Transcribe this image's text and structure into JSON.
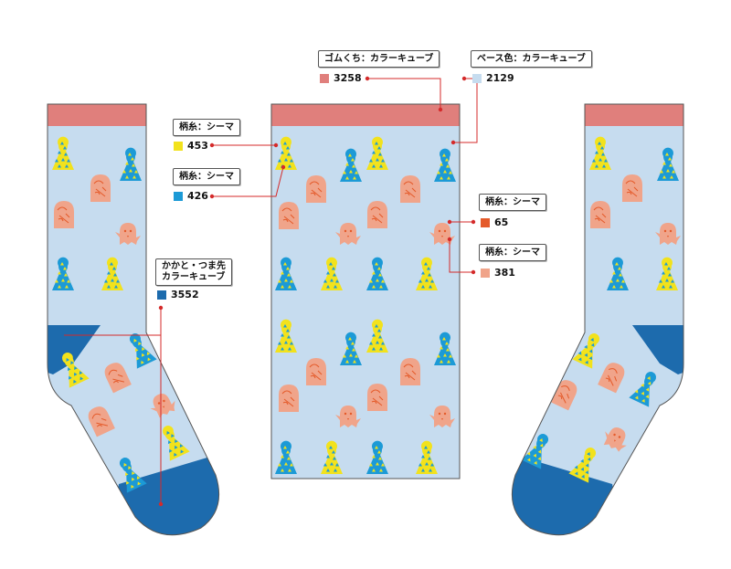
{
  "colors": {
    "base": "#c6dcef",
    "cuff": "#e07f7c",
    "heel_toe": "#1d6bad",
    "yellow": "#f2e21c",
    "blue": "#1c9ad6",
    "peach": "#f0a48a",
    "red": "#e45a2a",
    "outline": "#555555",
    "leader": "#d42a2a"
  },
  "callouts": {
    "cuff": {
      "label": "ゴムくち：カラーキューブ",
      "code": "3258",
      "swatch": "#e07f7c"
    },
    "base": {
      "label": "ベース色：カラーキューブ",
      "code": "2129",
      "swatch": "#c6dcef"
    },
    "pattern_yellow": {
      "label": "柄糸：シーマ",
      "code": "453",
      "swatch": "#f2e21c"
    },
    "pattern_blue": {
      "label": "柄糸：シーマ",
      "code": "426",
      "swatch": "#1c9ad6"
    },
    "pattern_red": {
      "label": "柄糸：シーマ",
      "code": "65",
      "swatch": "#e45a2a"
    },
    "pattern_peach": {
      "label": "柄糸：シーマ",
      "code": "381",
      "swatch": "#f0a48a"
    },
    "heel_toe": {
      "label_line1": "かかと・つま先",
      "label_line2": "カラーキューブ",
      "code": "3552",
      "swatch": "#1d6bad"
    }
  }
}
